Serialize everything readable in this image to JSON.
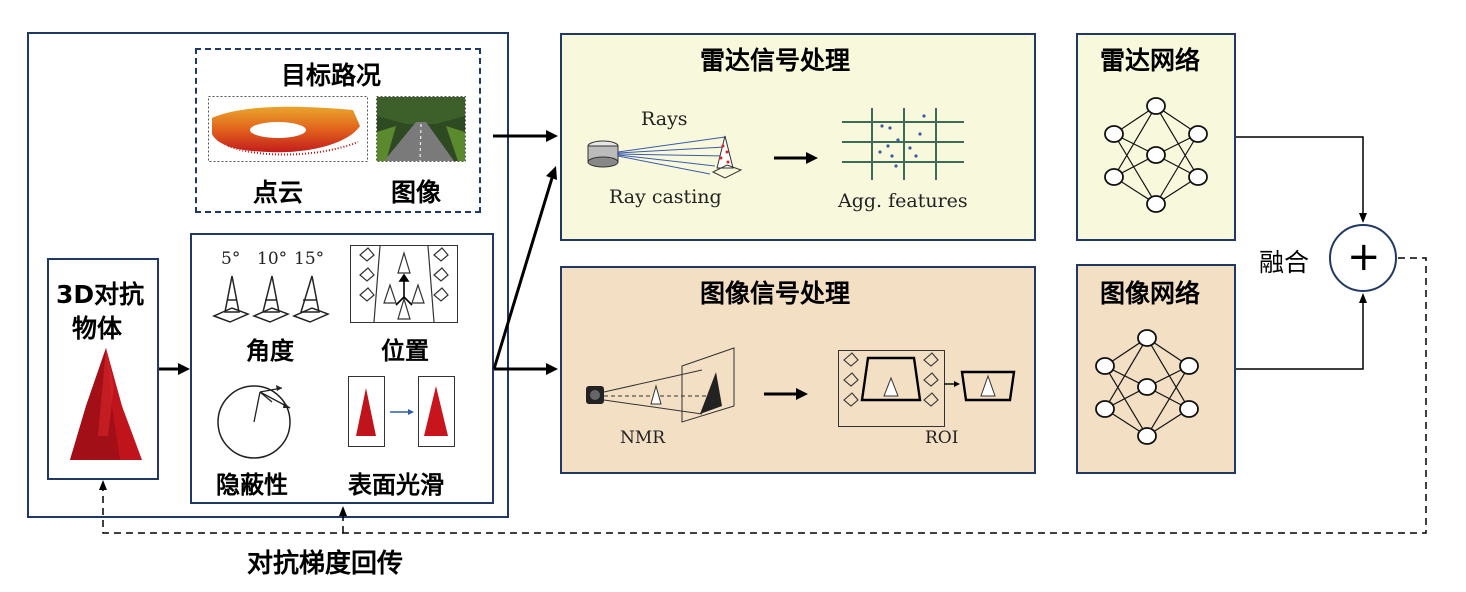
{
  "left_panel": {
    "scene_title": "目标路况",
    "point_cloud_label": "点云",
    "image_label": "图像",
    "object_label_line1": "3D对抗",
    "object_label_line2": "物体",
    "attributes": {
      "angle_ticks": [
        "5°",
        "10°",
        "15°"
      ],
      "angle_label": "角度",
      "position_label": "位置",
      "occlusion_label": "隐蔽性",
      "smooth_label": "表面光滑"
    }
  },
  "radar_processing": {
    "title": "雷达信号处理",
    "rays_label": "Rays",
    "ray_casting_label": "Ray casting",
    "agg_label": "Agg. features",
    "bg_color": "#f8f9dc"
  },
  "image_processing": {
    "title": "图像信号处理",
    "nmr_label": "NMR",
    "roi_label": "ROI",
    "bg_color": "#f2dfc4"
  },
  "networks": {
    "radar_net_title": "雷达网络",
    "image_net_title": "图像网络",
    "radar_bg": "#f8f9dc",
    "image_bg": "#f2dfc4"
  },
  "fusion": {
    "label": "融合",
    "symbol": "+"
  },
  "feedback_label": "对抗梯度回传",
  "colors": {
    "border": "#1f3864",
    "cone_red": "#c0141c"
  }
}
